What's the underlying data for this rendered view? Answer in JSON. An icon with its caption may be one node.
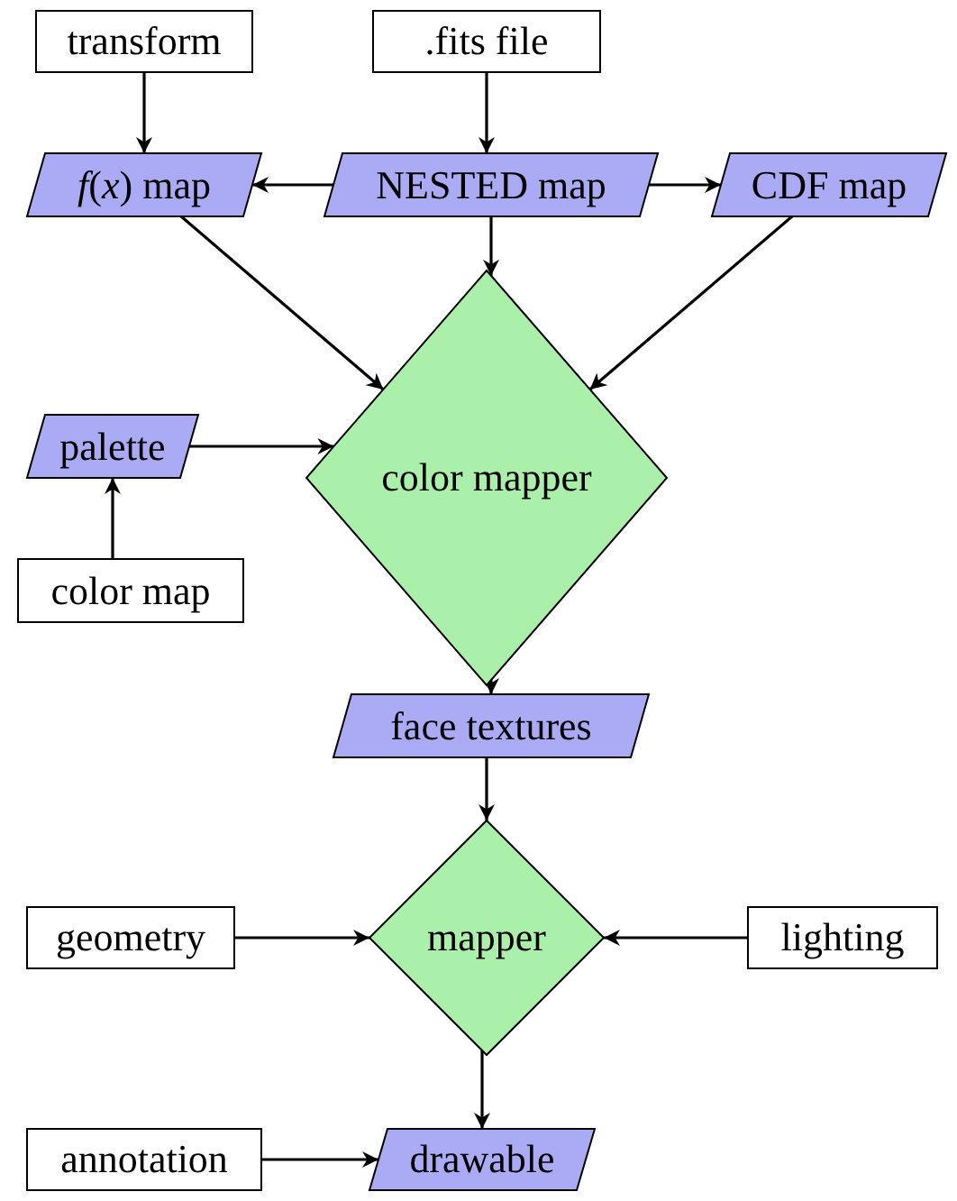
{
  "diagram": {
    "nodes": [
      {
        "text": [
          "transform"
        ]
      },
      {
        "text": [
          ".fits file"
        ]
      },
      {
        "text": [
          "*f*(*x*) map"
        ]
      },
      {
        "text": [
          "NESTED map"
        ]
      },
      {
        "text": [
          "CDF map"
        ]
      },
      {
        "text": [
          "color mapper"
        ]
      },
      {
        "text": [
          "palette"
        ]
      },
      {
        "text": [
          "color map"
        ]
      },
      {
        "text": [
          "face textures"
        ]
      },
      {
        "text": [
          "mapper"
        ]
      },
      {
        "text": [
          "geometry"
        ]
      },
      {
        "text": [
          "lighting"
        ]
      },
      {
        "text": [
          "annotation"
        ]
      },
      {
        "text": [
          "drawable"
        ]
      }
    ],
    "edges": [
      {
        "from": 0,
        "to": 2,
        "arrow": "to"
      },
      {
        "from": 1,
        "to": 3,
        "arrow": "to"
      },
      {
        "from": 3,
        "to": 2,
        "arrow": "to"
      },
      {
        "from": 3,
        "to": 4,
        "arrow": "to"
      },
      {
        "from": 3,
        "to": 5,
        "arrow": "to"
      },
      {
        "from": 2,
        "to": 5,
        "arrow": "to"
      },
      {
        "from": 4,
        "to": 5,
        "arrow": "to"
      },
      {
        "from": 6,
        "to": 5,
        "arrow": "to"
      },
      {
        "from": 7,
        "to": 6,
        "arrow": "to"
      },
      {
        "from": 5,
        "to": 8,
        "arrow": "to"
      },
      {
        "from": 8,
        "to": 9,
        "arrow": "to"
      },
      {
        "from": 10,
        "to": 9,
        "arrow": "to"
      },
      {
        "from": 11,
        "to": 9,
        "arrow": "to"
      },
      {
        "from": 9,
        "to": 13,
        "arrow": "to"
      },
      {
        "from": 12,
        "to": 13,
        "arrow": "to"
      }
    ]
  }
}
